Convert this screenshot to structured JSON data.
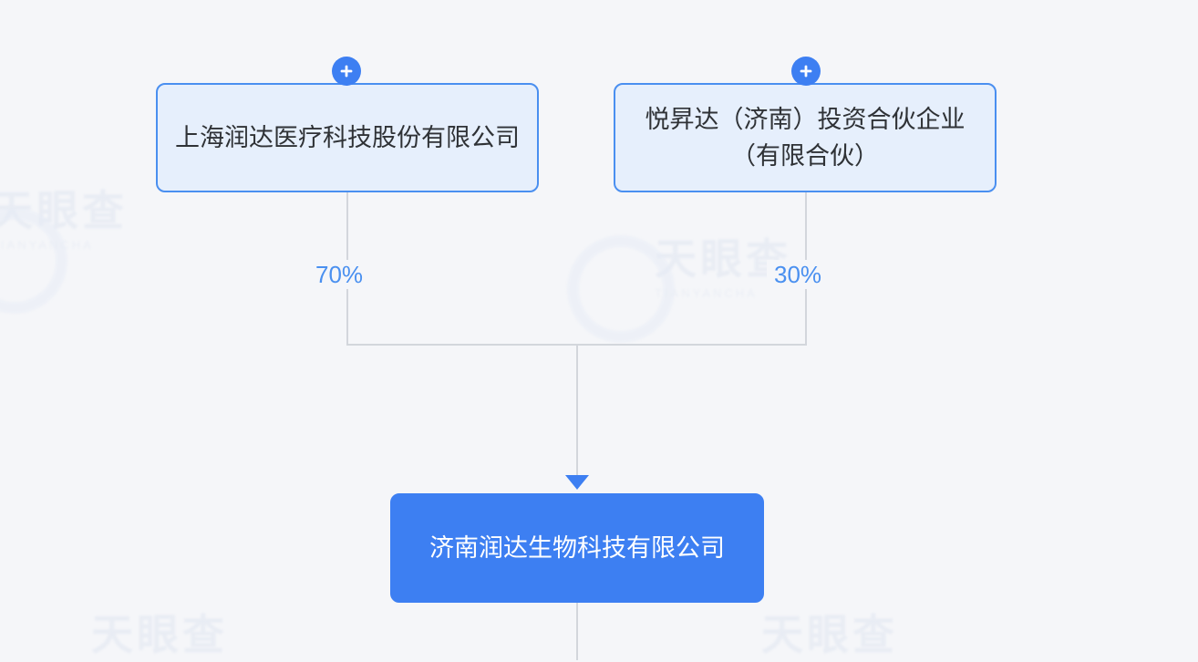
{
  "theme": {
    "background": "#f5f6f9",
    "accent_blue": "#3d7ff2",
    "node_border": "#4a8ff0",
    "node_fill": "#e6effc",
    "line_gray": "#d3d6dc",
    "percent_text": "#4a90f0",
    "company_text": "#ffffff",
    "shareholder_text": "#2f3236"
  },
  "watermark": {
    "brand": "天眼查",
    "brand_sub": "TIANYANCHA"
  },
  "diagram": {
    "type": "ownership-structure-tree",
    "shareholders": [
      {
        "name": "上海润达医疗科技股份有限公司",
        "percent": "70%",
        "expand_icon": "plus-icon"
      },
      {
        "name": "悦昇达（济南）投资合伙企业（有限合伙）",
        "percent": "30%",
        "expand_icon": "plus-icon"
      }
    ],
    "company": {
      "name": "济南润达生物科技有限公司"
    }
  }
}
